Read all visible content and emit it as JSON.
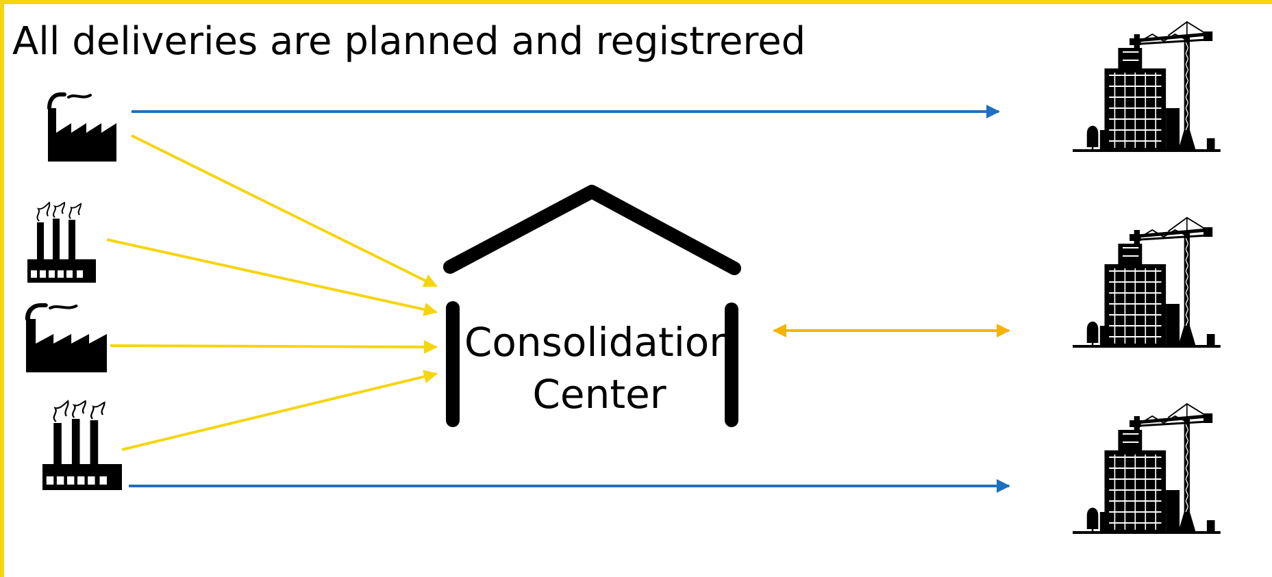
{
  "title": "All deliveries are planned and registrered",
  "consolidation_center": {
    "label_line1": "Consolidation",
    "label_line2": "Center"
  },
  "colors": {
    "border": "#f5d50f",
    "direct_delivery": "#1f6fbf",
    "to_consolidation": "#f5d50f",
    "from_consolidation": "#f5b400",
    "icons": "#000000"
  },
  "icons": {
    "suppliers": [
      "factory-icon",
      "factory-smokestacks-icon",
      "factory-icon",
      "factory-smokestacks-icon"
    ],
    "destinations": [
      "construction-site-icon",
      "construction-site-icon",
      "construction-site-icon"
    ],
    "hub": "warehouse-outline-icon"
  }
}
